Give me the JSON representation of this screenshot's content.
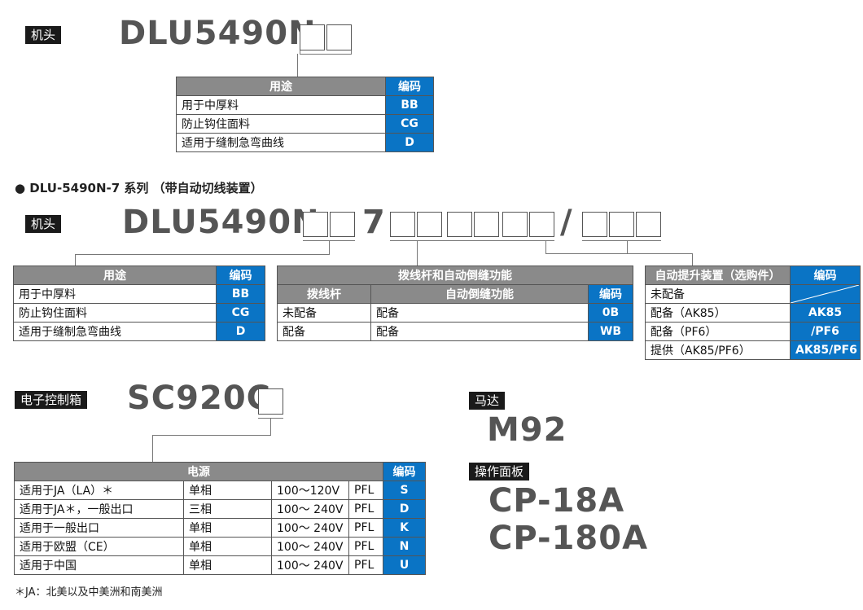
{
  "top": {
    "tag": "机头",
    "model": "DLU5490N",
    "table": {
      "headers": [
        "用途",
        "编码"
      ],
      "rows": [
        [
          "用于中厚料",
          "BB"
        ],
        [
          "防止钩住面料",
          "CG"
        ],
        [
          "适用于缝制急弯曲线",
          "D"
        ]
      ]
    }
  },
  "series": {
    "title": "● DLU-5490N-7 系列 （带自动切线装置）",
    "tag": "机头",
    "model": "DLU5490N",
    "seven": "7",
    "slash": "/",
    "usage": {
      "headers": [
        "用途",
        "编码"
      ],
      "rows": [
        [
          "用于中厚料",
          "BB"
        ],
        [
          "防止钩住面料",
          "CG"
        ],
        [
          "适用于缝制急弯曲线",
          "D"
        ]
      ]
    },
    "wiper": {
      "title": "拨线杆和自动倒缝功能",
      "headers": [
        "拨线杆",
        "自动倒缝功能",
        "编码"
      ],
      "rows": [
        [
          "未配备",
          "配备",
          "0B"
        ],
        [
          "配备",
          "配备",
          "WB"
        ]
      ]
    },
    "lifter": {
      "headers": [
        "自动提升装置（选购件）",
        "编码"
      ],
      "rows": [
        [
          "未配备",
          ""
        ],
        [
          "配备（AK85）",
          "AK85"
        ],
        [
          "配备（PF6）",
          "/PF6"
        ],
        [
          "提供（AK85/PF6）",
          "AK85/PF6"
        ]
      ]
    }
  },
  "box": {
    "tag": "电子控制箱",
    "model": "SC920C",
    "table": {
      "headers": [
        "电源",
        "编码"
      ],
      "rows": [
        [
          "适用于JA（LA）＊",
          "单相",
          "100～120V",
          "PFL",
          "S"
        ],
        [
          "适用于JA＊，一般出口",
          "三相",
          "100～ 240V",
          "PFL",
          "D"
        ],
        [
          "适用于一般出口",
          "单相",
          "100～ 240V",
          "PFL",
          "K"
        ],
        [
          "适用于欧盟（CE）",
          "单相",
          "100～ 240V",
          "PFL",
          "N"
        ],
        [
          "适用于中国",
          "单相",
          "100～ 240V",
          "PFL",
          "U"
        ]
      ]
    },
    "note": "＊JA：北美以及中美洲和南美洲"
  },
  "motor": {
    "tag": "马达",
    "model": "M92"
  },
  "panel": {
    "tag": "操作面板",
    "models": [
      "CP-18A",
      "CP-180A"
    ]
  }
}
